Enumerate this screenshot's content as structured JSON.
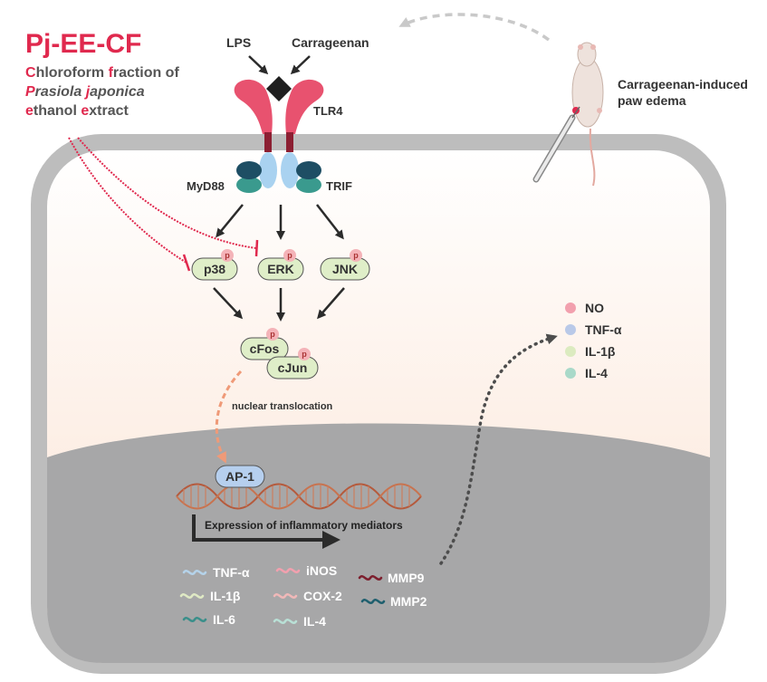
{
  "extract": {
    "title": "Pj-EE-CF",
    "line1_a": "C",
    "line1_b": "hloroform ",
    "line1_c": "f",
    "line1_d": "raction of",
    "line2_a": "P",
    "line2_b": "rasiola ",
    "line2_c": "j",
    "line2_d": "aponica",
    "line3_a": "e",
    "line3_b": "thanol ",
    "line3_c": "e",
    "line3_d": "xtract"
  },
  "stimuli": {
    "lps": "LPS",
    "carrageenan": "Carrageenan"
  },
  "receptor": {
    "tlr4": "TLR4",
    "myd88": "MyD88",
    "trif": "TRIF"
  },
  "mapk": {
    "p38": "p38",
    "erk": "ERK",
    "jnk": "JNK",
    "phospho": "p"
  },
  "tf": {
    "cfos": "cFos",
    "cjun": "cJun",
    "translocation": "nuclear translocation",
    "ap1": "AP-1"
  },
  "expression_label": "Expression of inflammatory mediators",
  "mediators": [
    {
      "label": "TNF-α",
      "color": "#b5d3ea"
    },
    {
      "label": "IL-1β",
      "color": "#dfe9c4"
    },
    {
      "label": "IL-6",
      "color": "#3a8f8a"
    },
    {
      "label": "iNOS",
      "color": "#f2a0ae"
    },
    {
      "label": "COX-2",
      "color": "#f0b8b8"
    },
    {
      "label": "IL-4",
      "color": "#b9e0d6"
    },
    {
      "label": "MMP9",
      "color": "#7d1f2e"
    },
    {
      "label": "MMP2",
      "color": "#1f5f6e"
    }
  ],
  "legend": [
    {
      "label": "NO",
      "color": "#f2a0ae"
    },
    {
      "label": "TNF-α",
      "color": "#b9c9e8"
    },
    {
      "label": "IL-1β",
      "color": "#dcebc0"
    },
    {
      "label": "IL-4",
      "color": "#a9d9c9"
    }
  ],
  "model": {
    "label_line1": "Carrageenan-induced",
    "label_line2": "paw edema"
  },
  "colors": {
    "inhibit": "#e0294e",
    "kinase_fill": "#dfeec8",
    "phospho_fill": "#f4b3b8",
    "ap1_fill": "#b6cfee",
    "tlr4": "#e8526f",
    "cell_wall": "#b9b9b9",
    "nucleus": "#a9a9aa"
  }
}
